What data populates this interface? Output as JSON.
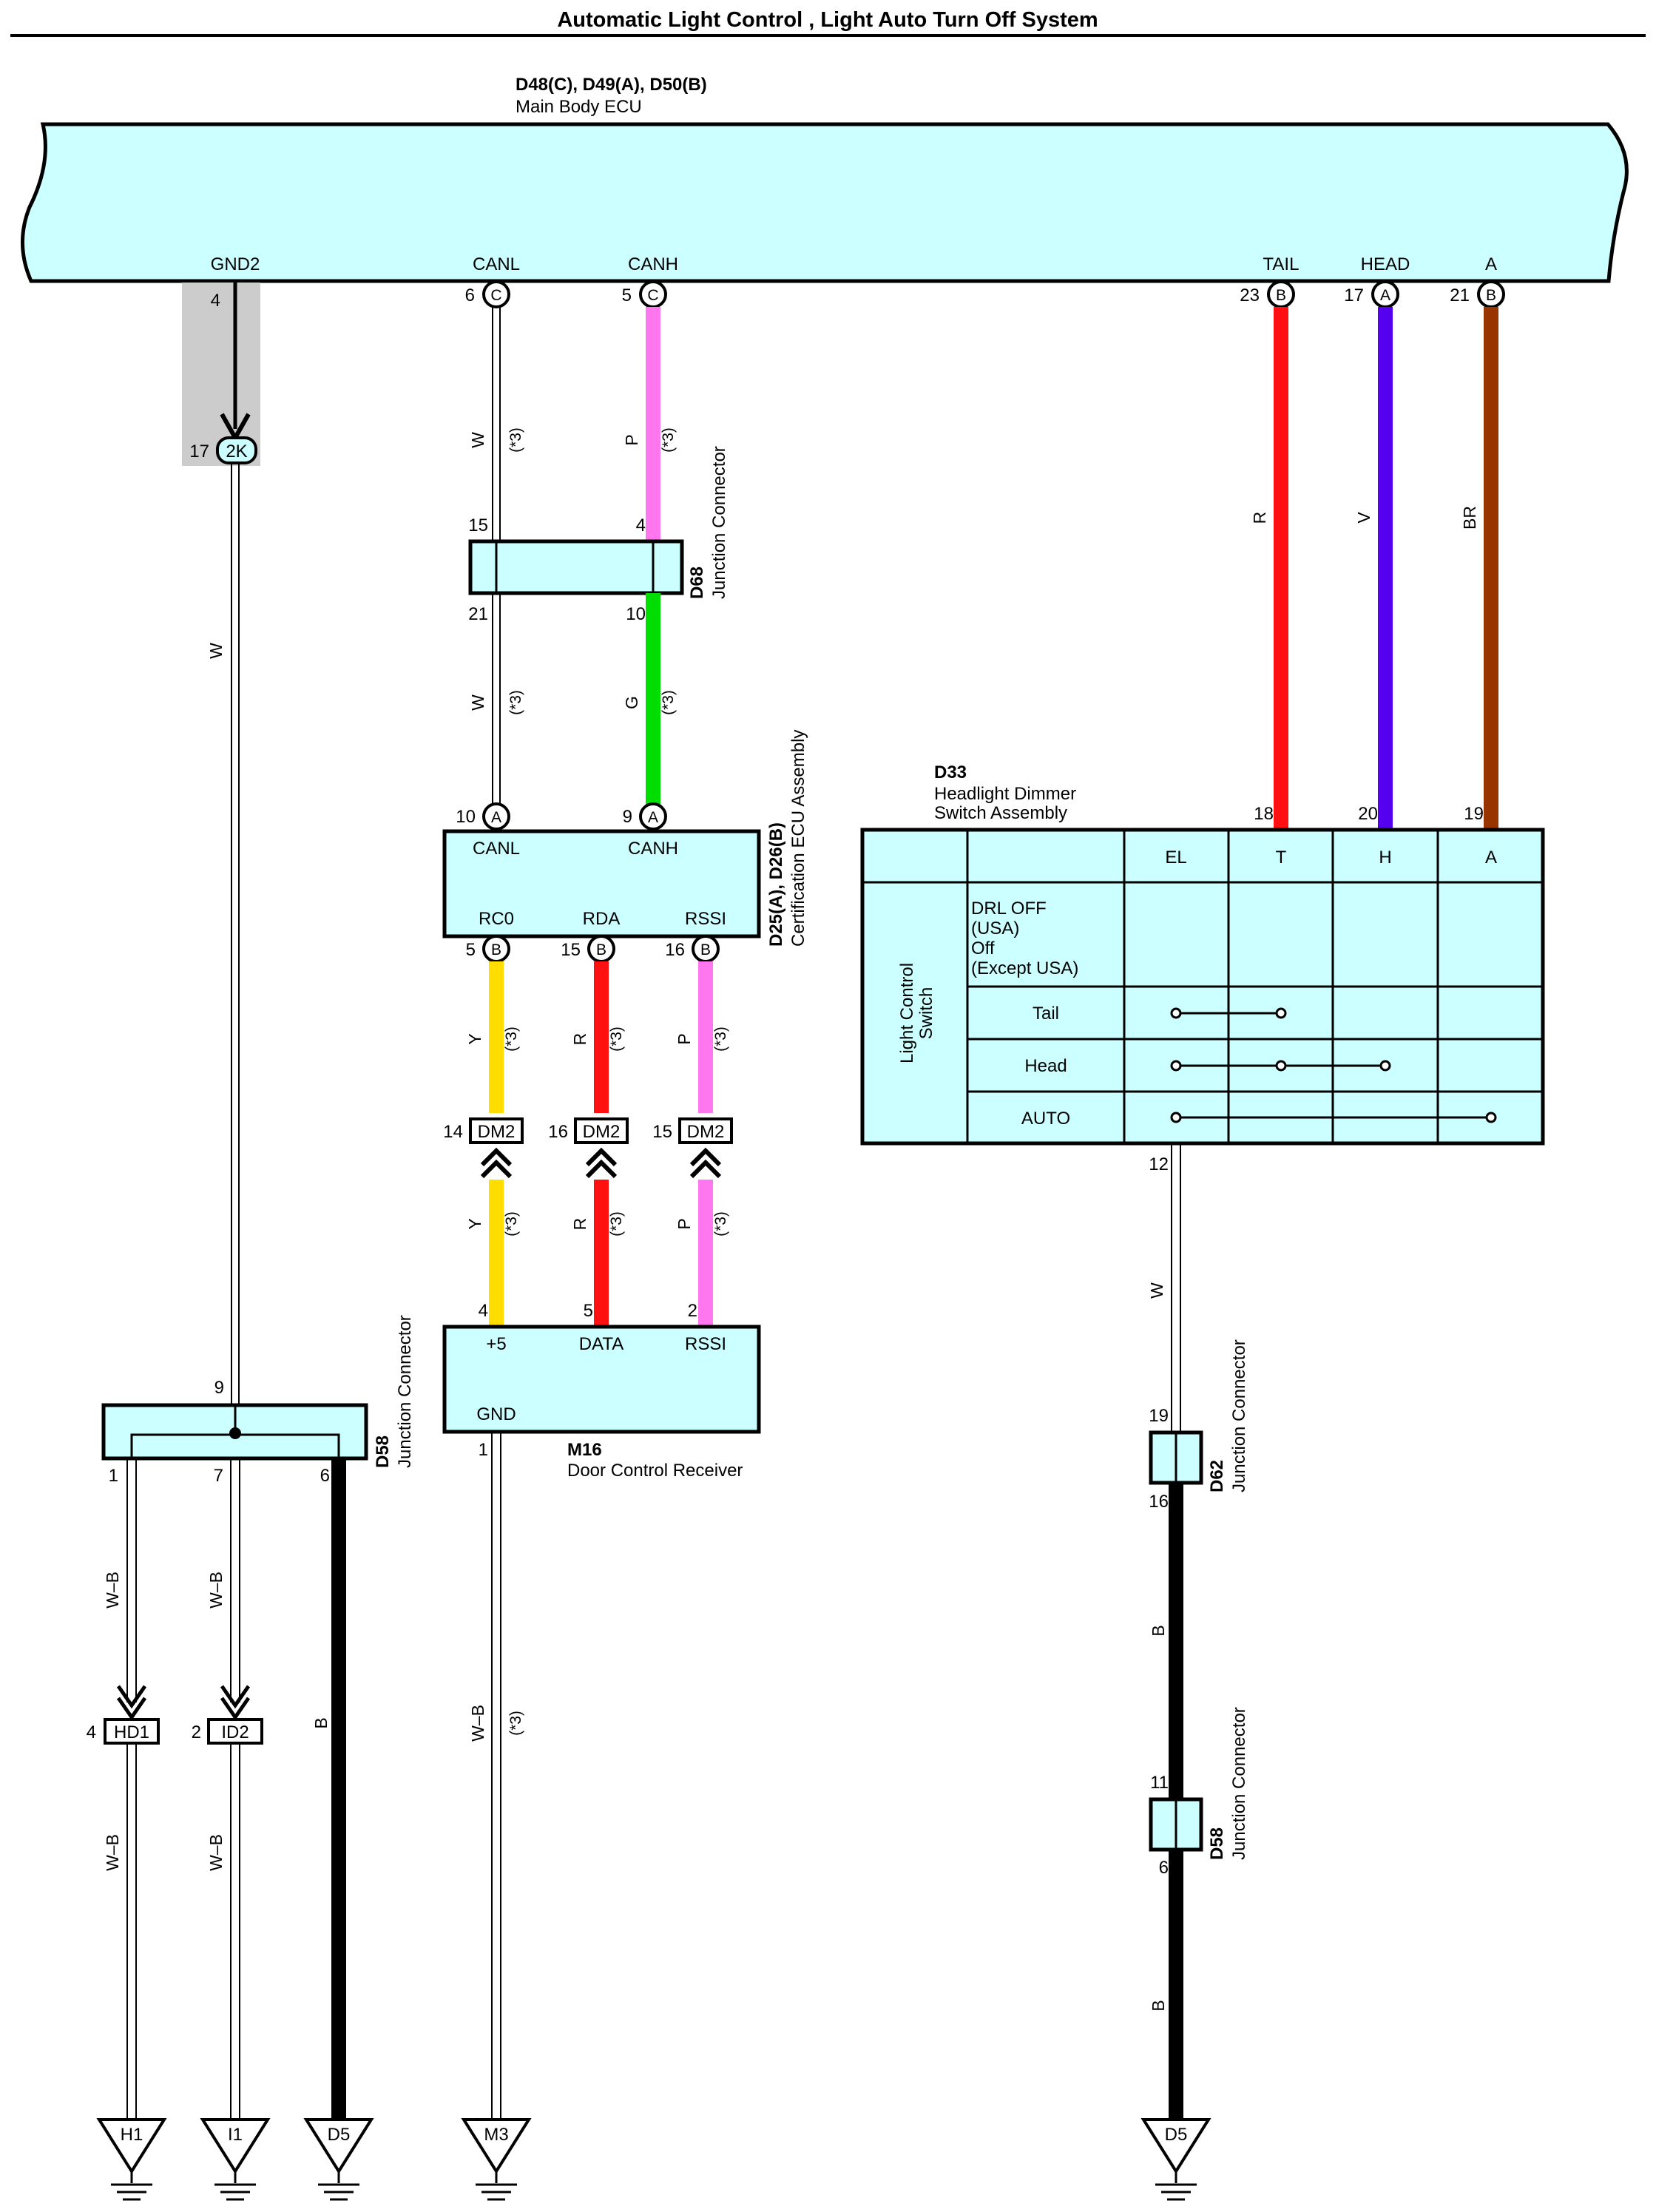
{
  "title": "Automatic Light Control , Light Auto Turn Off System",
  "ecu": {
    "codes": "D48(C), D49(A), D50(B)",
    "name": "Main Body ECU",
    "pins": {
      "gnd2": "GND2",
      "canl": "CANL",
      "canh": "CANH",
      "tail": "TAIL",
      "head": "HEAD",
      "a": "A"
    }
  },
  "pin_numbers": {
    "gnd2": "4",
    "canl": "6",
    "canh": "5",
    "tail": "23",
    "head": "17",
    "a": "21",
    "j2k": "17",
    "d68_canl_in": "15",
    "d68_canh_in": "4",
    "d68_canl_out": "21",
    "d68_canh_out": "10",
    "cert_canl": "10",
    "cert_canh": "9",
    "cert_rc0": "5",
    "cert_rda": "15",
    "cert_rssi": "16",
    "dm2_y": "14",
    "dm2_r": "16",
    "dm2_p": "15",
    "m16_5v": "4",
    "m16_data": "5",
    "m16_rssi": "2",
    "m16_gnd": "1",
    "d33_t": "18",
    "d33_h": "20",
    "d33_a": "19",
    "d33_el": "12",
    "d58_in": "9",
    "d58_1": "1",
    "d58_7": "7",
    "d58_6": "6",
    "hd1": "4",
    "id2": "2",
    "d62_in": "19",
    "d62_out": "16",
    "d58b_in": "11",
    "d58b_out": "6"
  },
  "pin_tags": {
    "c": "C",
    "b": "B",
    "a": "A"
  },
  "connectors": {
    "j2k": "2K",
    "dm2": "DM2",
    "hd1": "HD1",
    "id2": "ID2",
    "d68": {
      "code": "D68",
      "name": "Junction Connector"
    },
    "cert": {
      "code": "D25(A), D26(B)",
      "name": "Certification ECU Assembly",
      "pins": {
        "canl": "CANL",
        "canh": "CANH",
        "rc0": "RC0",
        "rda": "RDA",
        "rssi": "RSSI"
      }
    },
    "m16": {
      "code": "M16",
      "name": "Door Control Receiver",
      "pins": {
        "p5": "+5",
        "data": "DATA",
        "rssi": "RSSI",
        "gnd": "GND"
      }
    },
    "d58": {
      "code": "D58",
      "name": "Junction Connector"
    },
    "d62": {
      "code": "D62",
      "name": "Junction Connector"
    },
    "d58b": {
      "code": "D58",
      "name": "Junction Connector"
    }
  },
  "switch": {
    "code": "D33",
    "name1": "Headlight Dimmer",
    "name2": "Switch Assembly",
    "cols": [
      "EL",
      "T",
      "H",
      "A"
    ],
    "side_label1": "Light Control",
    "side_label2": "Switch",
    "rows": [
      {
        "label": [
          "DRL OFF",
          "(USA)",
          "Off",
          "(Except USA)"
        ]
      },
      {
        "label": [
          "Tail"
        ]
      },
      {
        "label": [
          "Head"
        ]
      },
      {
        "label": [
          "AUTO"
        ]
      }
    ]
  },
  "wire_colors": {
    "w": "W",
    "p": "P",
    "g": "G",
    "y": "Y",
    "r": "R",
    "v": "V",
    "br": "BR",
    "wb": "W–B",
    "b": "B"
  },
  "note": "(*3)",
  "grounds": {
    "h1": "H1",
    "i1": "I1",
    "d5": "D5",
    "m3": "M3",
    "d5b": "D5"
  },
  "colors": {
    "fill": "#ccffff",
    "pink": "#ff77ee",
    "green": "#00dd00",
    "yellow": "#ffdd00",
    "red": "#ff1111",
    "violet": "#5500ee",
    "brown": "#993300",
    "black": "#000000",
    "shade": "#cccccc"
  }
}
